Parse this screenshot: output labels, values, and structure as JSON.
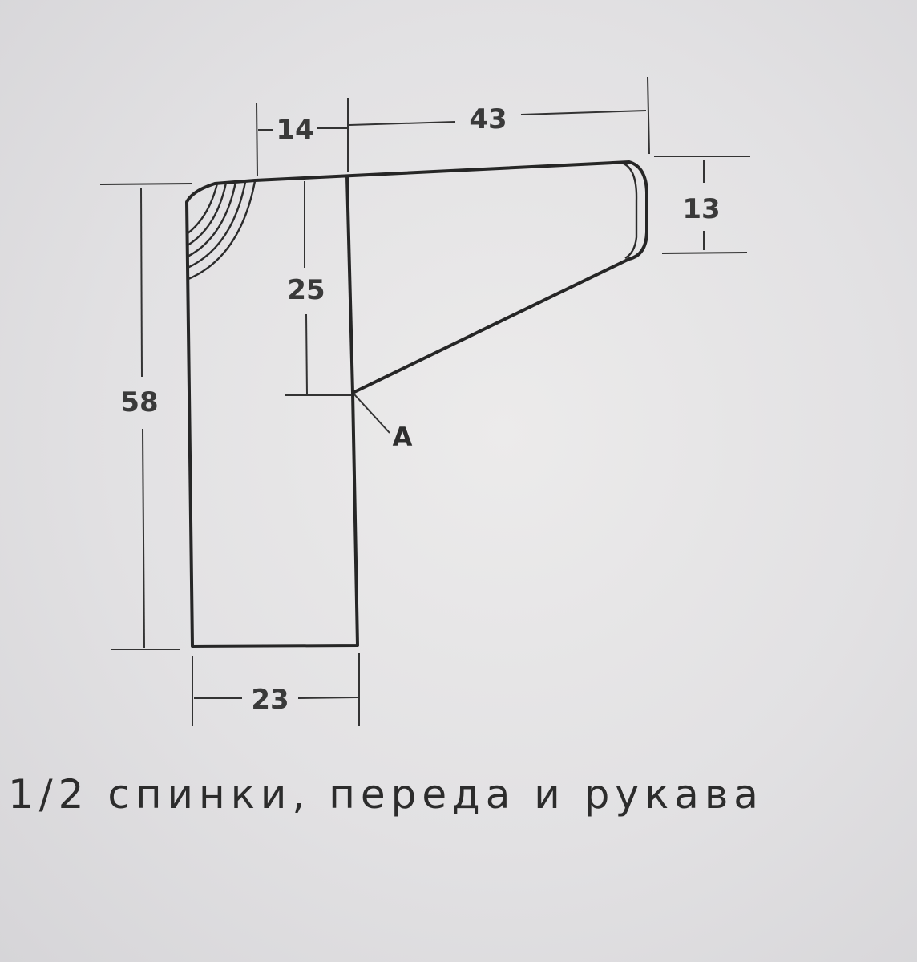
{
  "diagram": {
    "dimensions": {
      "neck_width": "14",
      "sleeve_length": "43",
      "cuff_height": "13",
      "armhole_depth": "25",
      "total_length": "58",
      "half_width": "23"
    },
    "point_label": "A"
  },
  "caption": "1/2 спинки, переда и рукава"
}
